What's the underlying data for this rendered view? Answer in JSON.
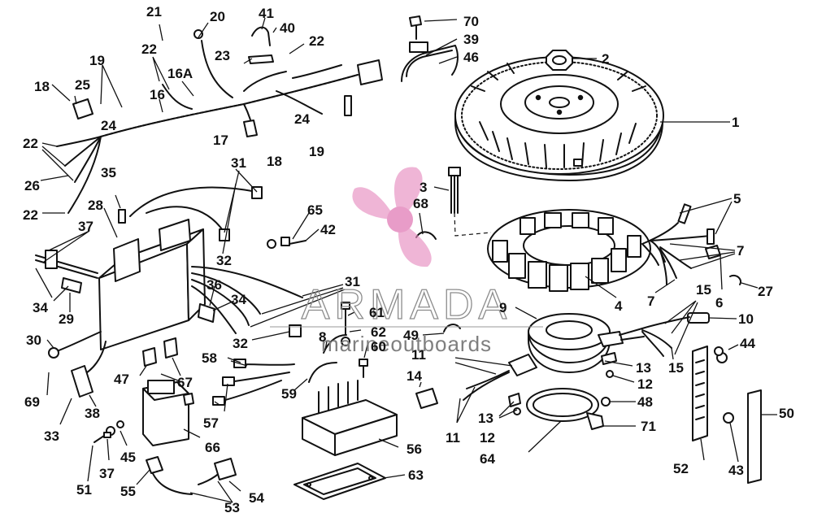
{
  "watermark": {
    "name": "ARMADA",
    "tagline": "marineoutboards",
    "logo_color": "#e58bbf"
  },
  "callouts": [
    {
      "id": "1",
      "label": "1"
    },
    {
      "id": "2",
      "label": "2"
    },
    {
      "id": "3",
      "label": "3"
    },
    {
      "id": "4",
      "label": "4"
    },
    {
      "id": "5",
      "label": "5"
    },
    {
      "id": "6",
      "label": "6"
    },
    {
      "id": "7a",
      "label": "7"
    },
    {
      "id": "7b",
      "label": "7"
    },
    {
      "id": "8",
      "label": "8"
    },
    {
      "id": "9",
      "label": "9"
    },
    {
      "id": "10",
      "label": "10"
    },
    {
      "id": "11a",
      "label": "11"
    },
    {
      "id": "11b",
      "label": "11"
    },
    {
      "id": "12a",
      "label": "12"
    },
    {
      "id": "12b",
      "label": "12"
    },
    {
      "id": "13a",
      "label": "13"
    },
    {
      "id": "13b",
      "label": "13"
    },
    {
      "id": "14",
      "label": "14"
    },
    {
      "id": "15a",
      "label": "15"
    },
    {
      "id": "15b",
      "label": "15"
    },
    {
      "id": "16",
      "label": "16"
    },
    {
      "id": "16A",
      "label": "16A"
    },
    {
      "id": "17",
      "label": "17"
    },
    {
      "id": "18a",
      "label": "18"
    },
    {
      "id": "18b",
      "label": "18"
    },
    {
      "id": "19a",
      "label": "19"
    },
    {
      "id": "19b",
      "label": "19"
    },
    {
      "id": "20",
      "label": "20"
    },
    {
      "id": "21",
      "label": "21"
    },
    {
      "id": "22a",
      "label": "22"
    },
    {
      "id": "22b",
      "label": "22"
    },
    {
      "id": "22c",
      "label": "22"
    },
    {
      "id": "22d",
      "label": "22"
    },
    {
      "id": "23",
      "label": "23"
    },
    {
      "id": "24a",
      "label": "24"
    },
    {
      "id": "24b",
      "label": "24"
    },
    {
      "id": "25",
      "label": "25"
    },
    {
      "id": "26",
      "label": "26"
    },
    {
      "id": "27",
      "label": "27"
    },
    {
      "id": "28",
      "label": "28"
    },
    {
      "id": "29",
      "label": "29"
    },
    {
      "id": "30",
      "label": "30"
    },
    {
      "id": "31a",
      "label": "31"
    },
    {
      "id": "31b",
      "label": "31"
    },
    {
      "id": "32a",
      "label": "32"
    },
    {
      "id": "32b",
      "label": "32"
    },
    {
      "id": "33",
      "label": "33"
    },
    {
      "id": "34a",
      "label": "34"
    },
    {
      "id": "34b",
      "label": "34"
    },
    {
      "id": "35",
      "label": "35"
    },
    {
      "id": "36",
      "label": "36"
    },
    {
      "id": "37a",
      "label": "37"
    },
    {
      "id": "37b",
      "label": "37"
    },
    {
      "id": "38",
      "label": "38"
    },
    {
      "id": "39",
      "label": "39"
    },
    {
      "id": "40",
      "label": "40"
    },
    {
      "id": "41",
      "label": "41"
    },
    {
      "id": "42",
      "label": "42"
    },
    {
      "id": "43",
      "label": "43"
    },
    {
      "id": "44",
      "label": "44"
    },
    {
      "id": "45",
      "label": "45"
    },
    {
      "id": "46",
      "label": "46"
    },
    {
      "id": "47",
      "label": "47"
    },
    {
      "id": "48",
      "label": "48"
    },
    {
      "id": "49",
      "label": "49"
    },
    {
      "id": "50",
      "label": "50"
    },
    {
      "id": "51",
      "label": "51"
    },
    {
      "id": "52",
      "label": "52"
    },
    {
      "id": "53",
      "label": "53"
    },
    {
      "id": "54",
      "label": "54"
    },
    {
      "id": "55",
      "label": "55"
    },
    {
      "id": "56",
      "label": "56"
    },
    {
      "id": "57",
      "label": "57"
    },
    {
      "id": "58",
      "label": "58"
    },
    {
      "id": "59",
      "label": "59"
    },
    {
      "id": "60",
      "label": "60"
    },
    {
      "id": "61",
      "label": "61"
    },
    {
      "id": "62",
      "label": "62"
    },
    {
      "id": "63",
      "label": "63"
    },
    {
      "id": "64",
      "label": "64"
    },
    {
      "id": "65",
      "label": "65"
    },
    {
      "id": "66",
      "label": "66"
    },
    {
      "id": "67",
      "label": "67"
    },
    {
      "id": "68",
      "label": "68"
    },
    {
      "id": "69",
      "label": "69"
    },
    {
      "id": "70",
      "label": "70"
    },
    {
      "id": "71",
      "label": "71"
    }
  ]
}
